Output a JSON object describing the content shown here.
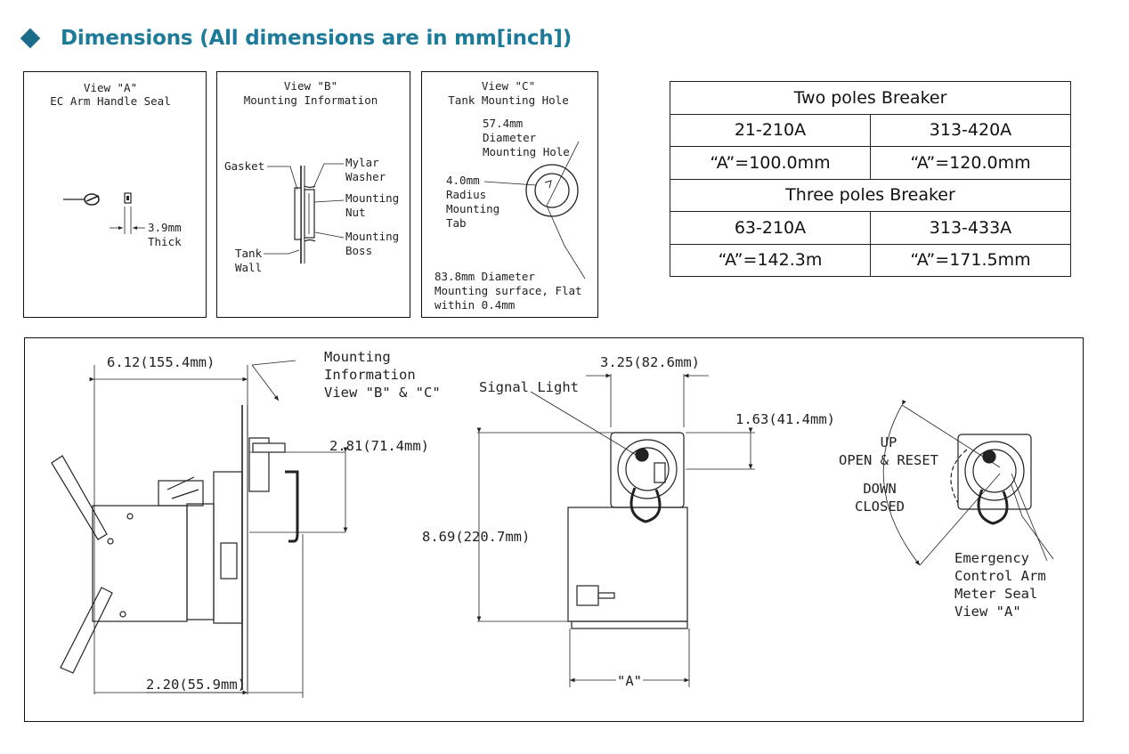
{
  "header": {
    "title": "Dimensions (All dimensions are in mm[inch])",
    "accent": "#1d7a99"
  },
  "view_a": {
    "title_1": "View \"A\"",
    "title_2": "EC Arm Handle Seal",
    "thick_1": "3.9mm",
    "thick_2": "Thick"
  },
  "view_b": {
    "title_1": "View \"B\"",
    "title_2": "Mounting Information",
    "gasket": "Gasket",
    "mylar_1": "Mylar",
    "mylar_2": "Washer",
    "nut_1": "Mounting",
    "nut_2": "Nut",
    "boss_1": "Mounting",
    "boss_2": "Boss",
    "tank_1": "Tank",
    "tank_2": "Wall"
  },
  "view_c": {
    "title_1": "View \"C\"",
    "title_2": "Tank Mounting Hole",
    "hole_1": "57.4mm",
    "hole_2": "Diameter",
    "hole_3": "Mounting Hole",
    "tab_1": "4.0mm",
    "tab_2": "Radius",
    "tab_3": "Mounting",
    "tab_4": "Tab",
    "surf_1": "83.8mm Diameter",
    "surf_2": "Mounting surface, Flat",
    "surf_3": "within 0.4mm"
  },
  "table": {
    "two_poles": "Two poles Breaker",
    "two_r1c1": "21-210A",
    "two_r1c2": "313-420A",
    "two_r2c1": "“A”=100.0mm",
    "two_r2c2": "“A”=120.0mm",
    "three_poles": "Three poles Breaker",
    "three_r1c1": "63-210A",
    "three_r1c2": "313-433A",
    "three_r2c1": "“A”=142.3m",
    "three_r2c2": "“A”=171.5mm"
  },
  "drawing": {
    "dim_width": "6.12(155.4mm)",
    "mount_1": "Mounting",
    "mount_2": "Information",
    "mount_3": "View \"B\" & \"C\"",
    "dim_281": "2.81(71.4mm)",
    "dim_220": "2.20(55.9mm)",
    "signal": "Signal Light",
    "dim_325": "3.25(82.6mm)",
    "dim_163": "1.63(41.4mm)",
    "dim_869": "8.69(220.7mm)",
    "dim_a": "\"A\"",
    "up_1": "UP",
    "up_2": "OPEN & RESET",
    "down_1": "DOWN",
    "down_2": "CLOSED",
    "ecm_1": "Emergency",
    "ecm_2": "Control Arm",
    "ecm_3": "Meter Seal",
    "ecm_4": "View \"A\""
  }
}
